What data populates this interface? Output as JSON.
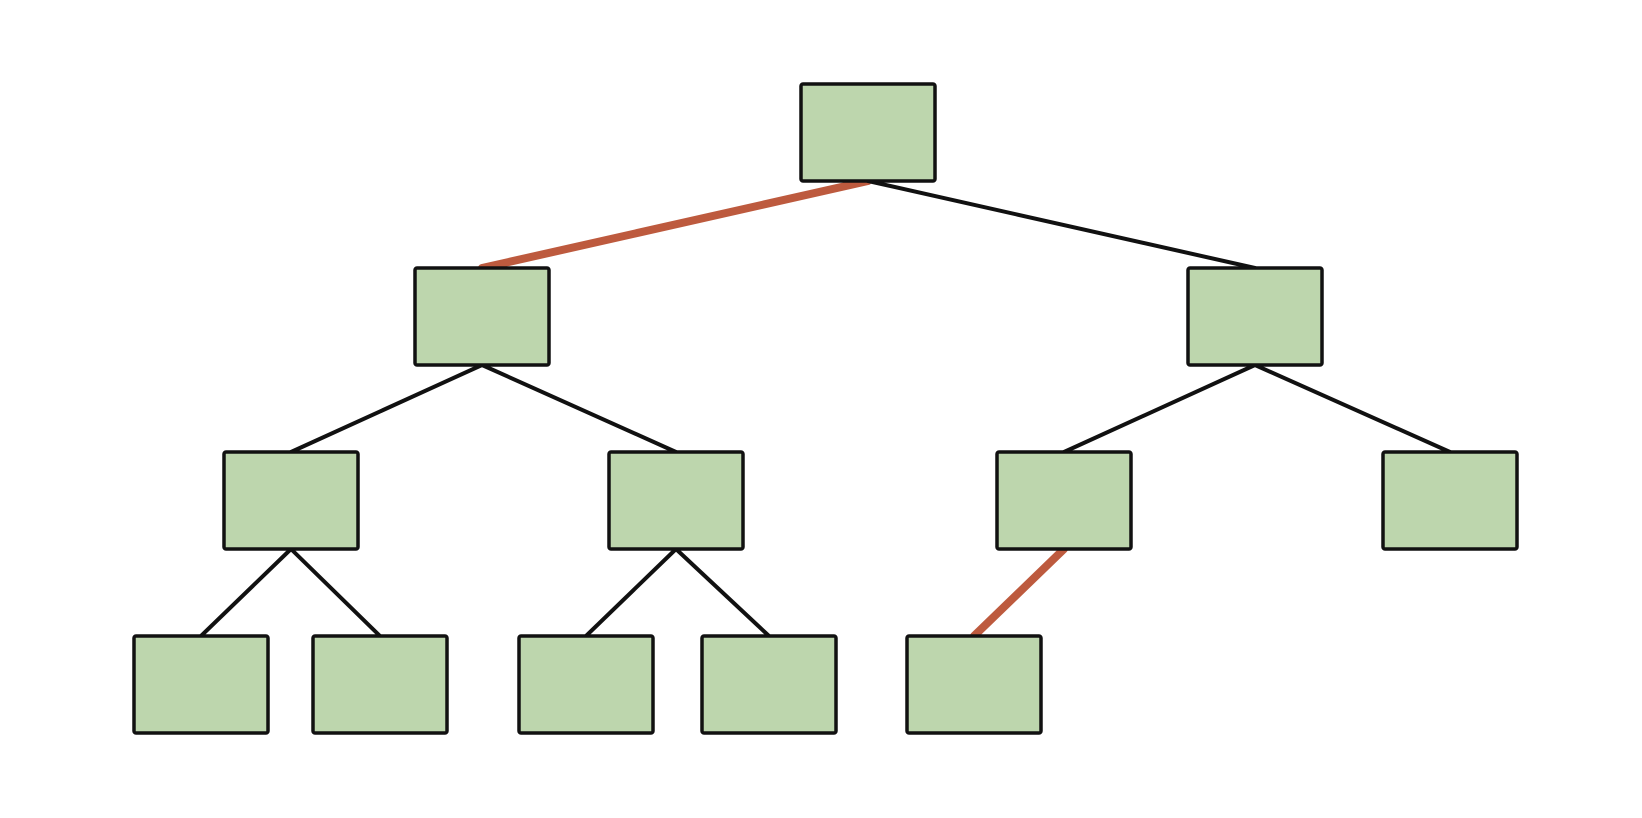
{
  "colors": {
    "background": "#ffffff",
    "node_fill": "#bdd6ad",
    "node_stroke": "#111111",
    "edge_default": "#111111",
    "edge_highlight": "#bd5a3e"
  },
  "tree": {
    "nodes": [
      {
        "id": "n0",
        "level": 0
      },
      {
        "id": "n1",
        "level": 1
      },
      {
        "id": "n2",
        "level": 1
      },
      {
        "id": "n3",
        "level": 2
      },
      {
        "id": "n4",
        "level": 2
      },
      {
        "id": "n5",
        "level": 2
      },
      {
        "id": "n6",
        "level": 2
      },
      {
        "id": "n7",
        "level": 3
      },
      {
        "id": "n8",
        "level": 3
      },
      {
        "id": "n9",
        "level": 3
      },
      {
        "id": "n10",
        "level": 3
      },
      {
        "id": "n11",
        "level": 3
      }
    ],
    "edges": [
      {
        "from": "n0",
        "to": "n1",
        "highlighted": true
      },
      {
        "from": "n0",
        "to": "n2",
        "highlighted": false
      },
      {
        "from": "n1",
        "to": "n3",
        "highlighted": false
      },
      {
        "from": "n1",
        "to": "n4",
        "highlighted": false
      },
      {
        "from": "n2",
        "to": "n5",
        "highlighted": false
      },
      {
        "from": "n2",
        "to": "n6",
        "highlighted": false
      },
      {
        "from": "n3",
        "to": "n7",
        "highlighted": false
      },
      {
        "from": "n3",
        "to": "n8",
        "highlighted": false
      },
      {
        "from": "n4",
        "to": "n9",
        "highlighted": false
      },
      {
        "from": "n4",
        "to": "n10",
        "highlighted": false
      },
      {
        "from": "n5",
        "to": "n11",
        "highlighted": true
      }
    ]
  }
}
